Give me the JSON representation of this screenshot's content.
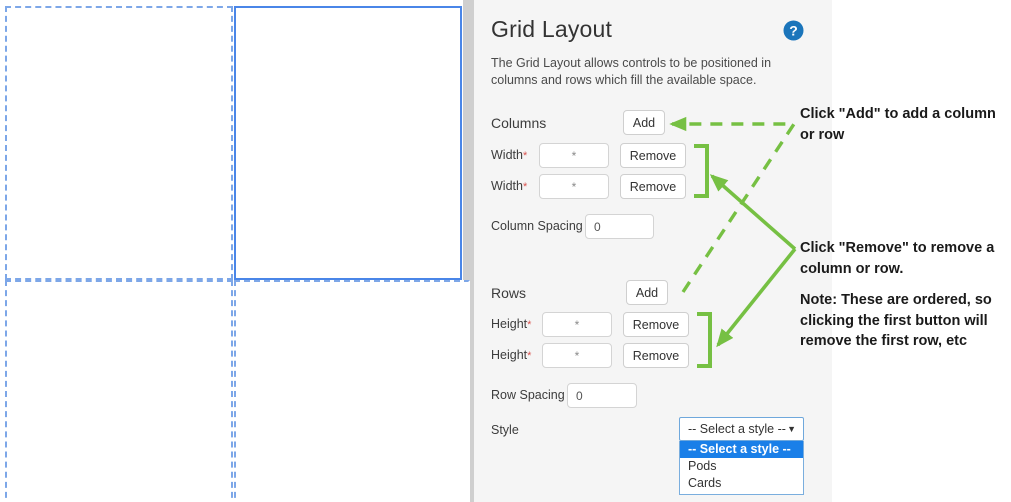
{
  "canvas": {
    "name": "grid-layout-preview",
    "cells": [
      {
        "id": "r1c1",
        "selected": false
      },
      {
        "id": "r1c2",
        "selected": true
      },
      {
        "id": "r2c1",
        "selected": false
      },
      {
        "id": "r2c2",
        "selected": false
      }
    ],
    "columns": 2,
    "rows": 2
  },
  "panel": {
    "title": "Grid Layout",
    "help_icon": "question-circle-icon",
    "description": "The Grid Layout allows controls to be positioned in columns and rows which fill the available space.",
    "columns_section": {
      "label": "Columns",
      "add_label": "Add",
      "items": [
        {
          "label": "Width",
          "required": "*",
          "value": "*",
          "remove_label": "Remove"
        },
        {
          "label": "Width",
          "required": "*",
          "value": "*",
          "remove_label": "Remove"
        }
      ],
      "spacing_label": "Column Spacing",
      "spacing_value": "0"
    },
    "rows_section": {
      "label": "Rows",
      "add_label": "Add",
      "items": [
        {
          "label": "Height",
          "required": "*",
          "value": "*",
          "remove_label": "Remove"
        },
        {
          "label": "Height",
          "required": "*",
          "value": "*",
          "remove_label": "Remove"
        }
      ],
      "spacing_label": "Row Spacing",
      "spacing_value": "0"
    },
    "style_section": {
      "label": "Style",
      "selected_value": "-- Select a style --",
      "caret_icon": "chevron-down-icon",
      "options": [
        {
          "label": "-- Select a style --",
          "selected": true
        },
        {
          "label": "Pods",
          "selected": false
        },
        {
          "label": "Cards",
          "selected": false
        }
      ]
    }
  },
  "annotations": {
    "add_note": "Click \"Add\" to add a column or row",
    "remove_note": "Click \"Remove\" to remove a column or row.",
    "ordered_note": "Note: These are ordered, so clicking the first button will remove the first row, etc"
  },
  "colors": {
    "accent_blue": "#4a86e8",
    "cell_dashed": "#7da7e8",
    "annotation_green": "#76c043",
    "highlight_blue": "#1a7fe8",
    "required_red": "#d9534f",
    "panel_bg": "#f5f5f5",
    "canvas_bg": "#cfcfcf"
  }
}
